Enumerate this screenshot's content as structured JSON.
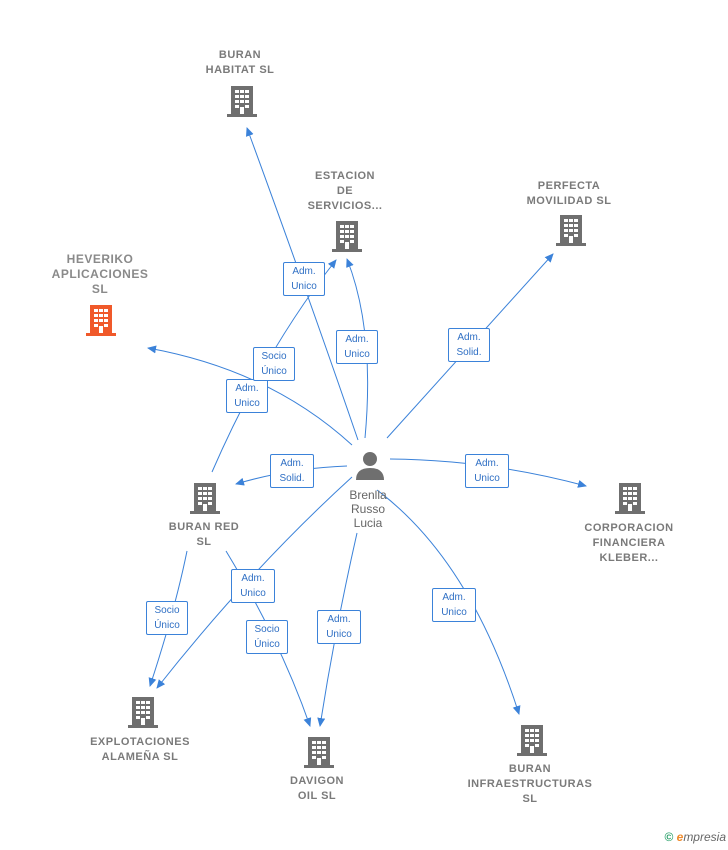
{
  "center": {
    "label": "Brenlla\nRusso\nLucia"
  },
  "companies": [
    {
      "id": "buran-habitat",
      "label": "BURAN\nHABITAT  SL"
    },
    {
      "id": "estacion",
      "label": "ESTACION\nDE\nSERVICIOS..."
    },
    {
      "id": "perfecta",
      "label": "PERFECTA\nMOVILIDAD  SL"
    },
    {
      "id": "heveriko",
      "label": "HEVERIKO\nAPLICACIONES\nSL",
      "highlight": true
    },
    {
      "id": "buran-red",
      "label": "BURAN RED\nSL"
    },
    {
      "id": "corporacion",
      "label": "CORPORACION\nFINANCIERA\nKLEBER..."
    },
    {
      "id": "explotaciones",
      "label": "EXPLOTACIONES\nALAMEÑA  SL"
    },
    {
      "id": "davigon",
      "label": "DAVIGON\nOIL  SL"
    },
    {
      "id": "buran-infra",
      "label": "BURAN\nINFRAESTRUCTURAS\nSL"
    }
  ],
  "edges": [
    {
      "label": "Adm.\nUnico"
    },
    {
      "label": "Adm.\nUnico"
    },
    {
      "label": "Adm.\nSolid."
    },
    {
      "label": "Adm.\nUnico"
    },
    {
      "label": "Socio\nÚnico"
    },
    {
      "label": "Adm.\nSolid."
    },
    {
      "label": "Adm.\nUnico"
    },
    {
      "label": "Socio\nÚnico"
    },
    {
      "label": "Adm.\nUnico"
    },
    {
      "label": "Socio\nÚnico"
    },
    {
      "label": "Adm.\nUnico"
    },
    {
      "label": "Adm.\nUnico"
    }
  ],
  "colors": {
    "edge": "#3b82d9",
    "building": "#6f6f6f",
    "highlight": "#f0592a",
    "person": "#6f6f6f"
  },
  "footer": {
    "copyright": "©",
    "brand_initial": "e",
    "brand_rest": "mpresia"
  }
}
